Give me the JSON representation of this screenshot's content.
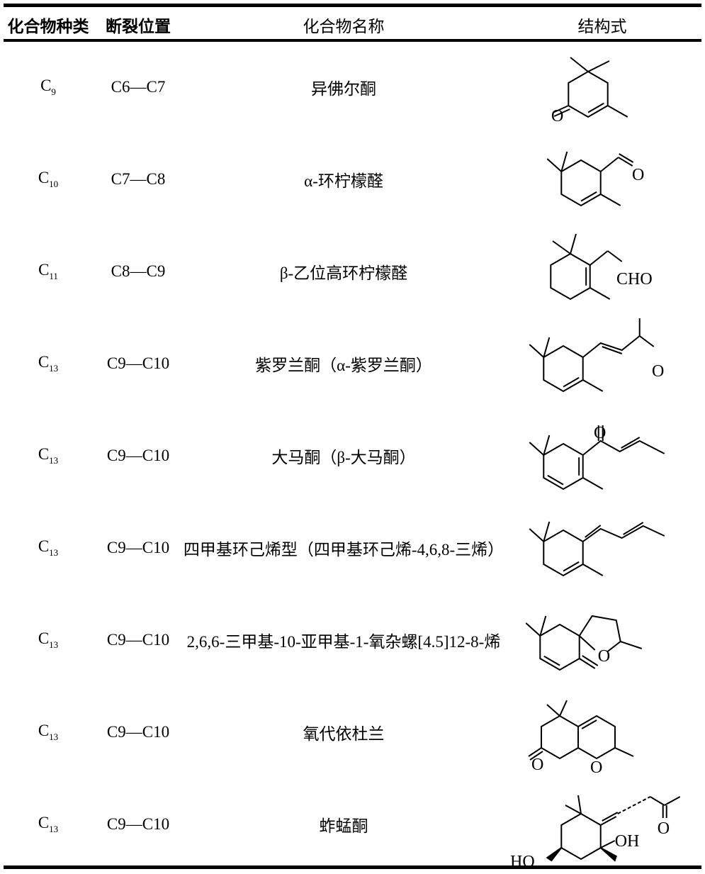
{
  "headers": {
    "type": "化合物种类",
    "position": "断裂位置",
    "name": "化合物名称",
    "structure": "结构式"
  },
  "rows": [
    {
      "c": "C",
      "sub": "9",
      "bond": "C6—C7",
      "name": "异佛尔酮",
      "labels": [
        "O"
      ]
    },
    {
      "c": "C",
      "sub": "10",
      "bond": "C7—C8",
      "name": "α-环柠檬醛",
      "labels": [
        "O"
      ]
    },
    {
      "c": "C",
      "sub": "11",
      "bond": "C8—C9",
      "name": "β-乙位高环柠檬醛",
      "labels": [
        "CHO"
      ]
    },
    {
      "c": "C",
      "sub": "13",
      "bond": "C9—C10",
      "name": "紫罗兰酮（α-紫罗兰酮）",
      "labels": [
        "O"
      ]
    },
    {
      "c": "C",
      "sub": "13",
      "bond": "C9—C10",
      "name": "大马酮（β-大马酮）",
      "labels": [
        "O"
      ]
    },
    {
      "c": "C",
      "sub": "13",
      "bond": "C9—C10",
      "name": "四甲基环己烯型（四甲基环己烯-4,6,8-三烯）",
      "labels": []
    },
    {
      "c": "C",
      "sub": "13",
      "bond": "C9—C10",
      "name": "2,6,6-三甲基-10-亚甲基-1-氧杂螺[4.5]12-8-烯",
      "labels": [
        "O"
      ]
    },
    {
      "c": "C",
      "sub": "13",
      "bond": "C9—C10",
      "name": "氧代依杜兰",
      "labels": [
        "O",
        "O"
      ]
    },
    {
      "c": "C",
      "sub": "13",
      "bond": "C9—C10",
      "name": "蚱蜢酮",
      "labels": [
        "OH",
        "O",
        "HO"
      ]
    }
  ]
}
